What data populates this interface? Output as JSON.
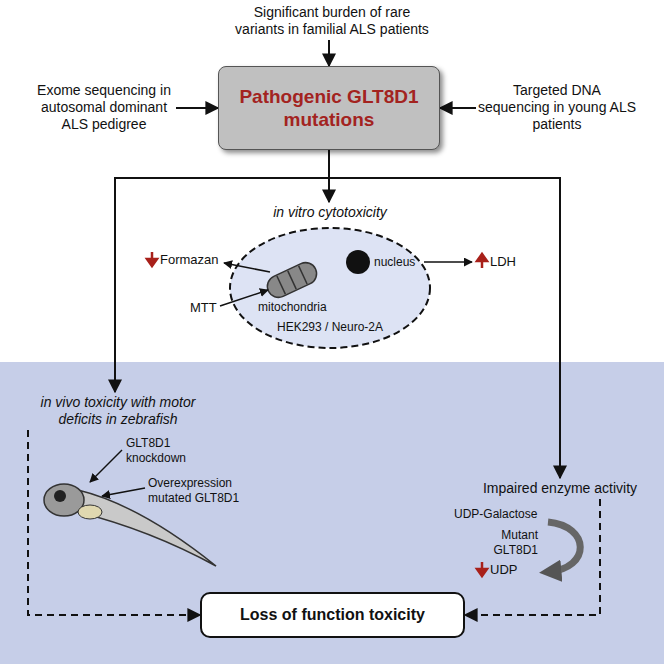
{
  "diagram": {
    "nodes": [
      {
        "text": [
          "Significant burden of rare variants in familial ALS patients"
        ]
      },
      {
        "text": [
          "Exome sequencing in autosomal dominant ALS pedigree"
        ]
      },
      {
        "text": [
          "Pathogenic GLT8D1 mutations"
        ]
      },
      {
        "text": [
          "Targeted DNA sequencing in young ALS patients"
        ]
      },
      {
        "text": [
          "in vitro cytotoxicity"
        ]
      },
      {
        "text": [
          "Impaired enzyme activity"
        ]
      },
      {
        "text": [
          "in vivo toxicity with motor deficits in zebrafish"
        ]
      },
      {
        "text": [
          "Loss of function toxicity"
        ]
      }
    ],
    "edges": [
      {
        "from": 0,
        "to": 2,
        "arrow": "to"
      },
      {
        "from": 1,
        "to": 2,
        "arrow": "to"
      },
      {
        "from": 3,
        "to": 2,
        "arrow": "to"
      },
      {
        "from": 2,
        "to": 4,
        "arrow": "to"
      },
      {
        "from": 2,
        "to": 6,
        "arrow": "to"
      },
      {
        "from": 2,
        "to": 5,
        "arrow": "to"
      },
      {
        "from": 6,
        "to": 7,
        "arrow": "to"
      },
      {
        "from": 5,
        "to": 7,
        "arrow": "to"
      }
    ],
    "labels": [
      "nucleus",
      "mitochondria",
      "Formazan",
      "MTT",
      "LDH",
      "HEK293 / Neuro-2A",
      "GLT8D1 knockdown",
      "Overexpression mutated GLT8D1",
      "UDP-Galactose",
      "Mutant GLT8D1",
      "UDP"
    ]
  }
}
